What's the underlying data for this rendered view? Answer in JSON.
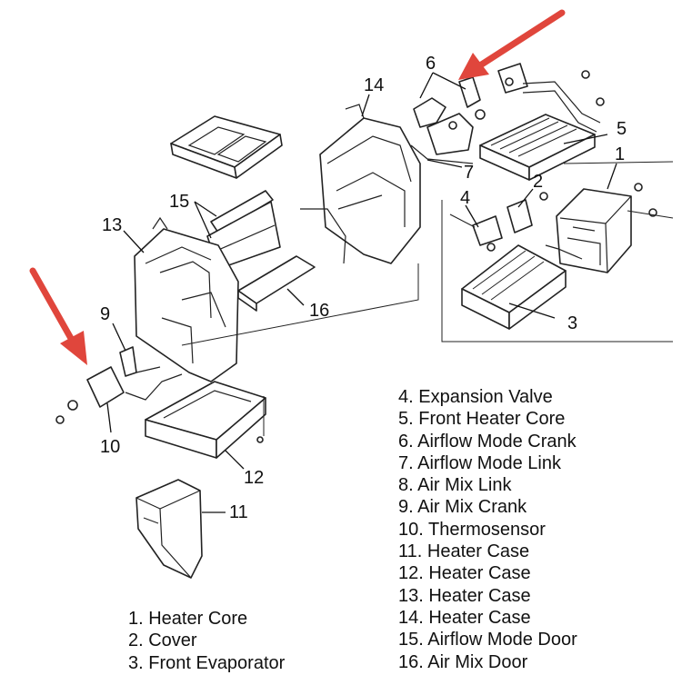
{
  "callouts": [
    {
      "id": "c1",
      "text": "1"
    },
    {
      "id": "c2",
      "text": "2"
    },
    {
      "id": "c3",
      "text": "3"
    },
    {
      "id": "c4",
      "text": "4"
    },
    {
      "id": "c5",
      "text": "5"
    },
    {
      "id": "c6",
      "text": "6"
    },
    {
      "id": "c7",
      "text": "7"
    },
    {
      "id": "c9",
      "text": "9"
    },
    {
      "id": "c10",
      "text": "10"
    },
    {
      "id": "c11",
      "text": "11"
    },
    {
      "id": "c12",
      "text": "12"
    },
    {
      "id": "c13",
      "text": "13"
    },
    {
      "id": "c14",
      "text": "14"
    },
    {
      "id": "c15",
      "text": "15"
    },
    {
      "id": "c16",
      "text": "16"
    }
  ],
  "legend": {
    "left": [
      "1. Heater Core",
      "2. Cover",
      "3. Front Evaporator"
    ],
    "right": [
      "4. Expansion Valve",
      "5. Front Heater Core",
      "6. Airflow Mode Crank",
      "7. Airflow Mode Link",
      "8. Air Mix Link",
      "9. Air Mix Crank",
      "10. Thermosensor",
      "11. Heater Case",
      "12. Heater Case",
      "13. Heater Case",
      "14. Heater Case",
      "15. Airflow Mode Door",
      "16. Air Mix Door"
    ]
  },
  "colors": {
    "arrow": "#e0463c",
    "line": "#222222"
  }
}
